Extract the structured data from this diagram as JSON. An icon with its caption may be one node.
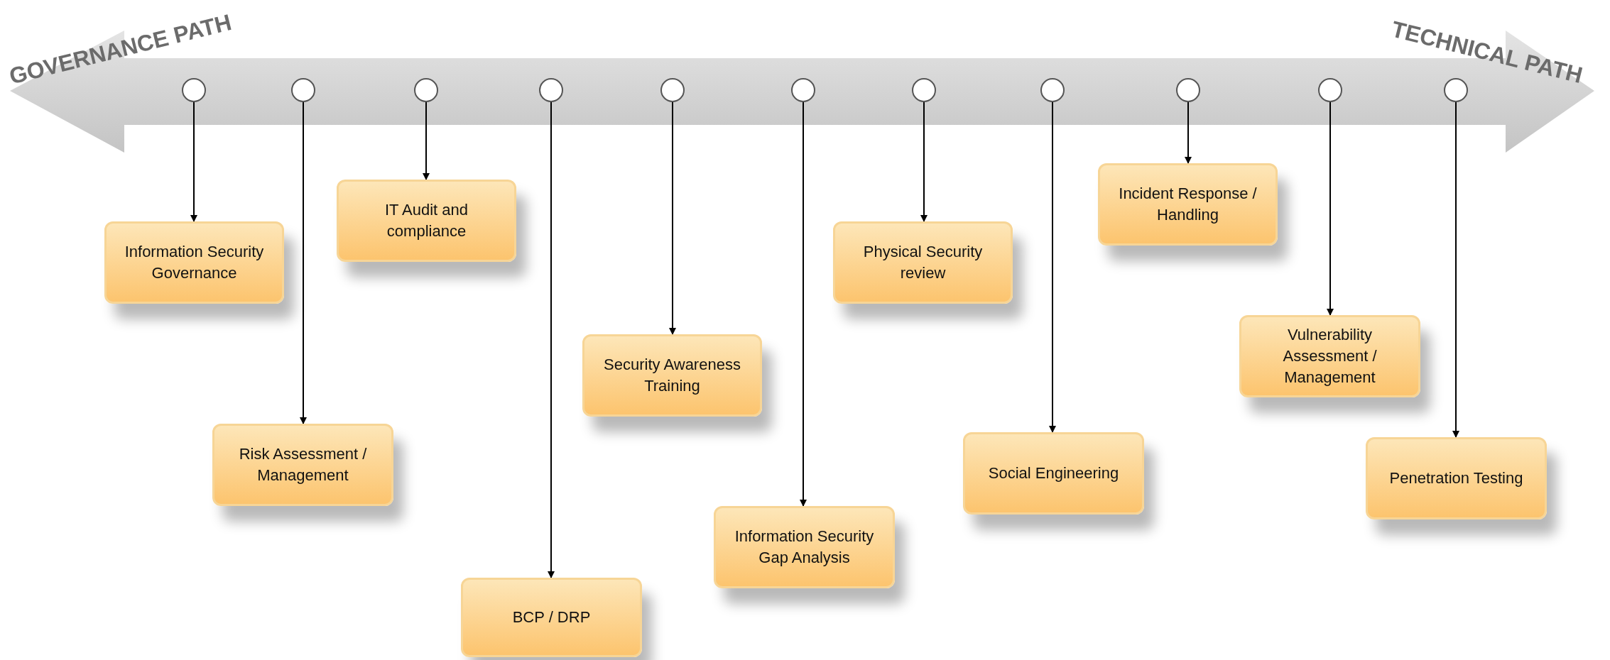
{
  "diagram": {
    "nodes": [
      {
        "text": [],
        "shape": "circle"
      },
      {
        "text": [],
        "shape": "circle"
      },
      {
        "text": [],
        "shape": "circle"
      },
      {
        "text": [],
        "shape": "circle"
      },
      {
        "text": [],
        "shape": "circle"
      },
      {
        "text": [],
        "shape": "circle"
      },
      {
        "text": [],
        "shape": "circle"
      },
      {
        "text": [],
        "shape": "circle"
      },
      {
        "text": [],
        "shape": "circle"
      },
      {
        "text": [],
        "shape": "circle"
      },
      {
        "text": [],
        "shape": "circle"
      },
      {
        "text": [
          "Information Security Governance"
        ]
      },
      {
        "text": [
          "Risk Assessment / Management"
        ]
      },
      {
        "text": [
          "IT Audit and compliance"
        ]
      },
      {
        "text": [
          "BCP / DRP"
        ]
      },
      {
        "text": [
          "Security Awareness Training"
        ]
      },
      {
        "text": [
          "Information Security Gap Analysis"
        ]
      },
      {
        "text": [
          "Physical Security review"
        ]
      },
      {
        "text": [
          "Social Engineering"
        ]
      },
      {
        "text": [
          "Incident Response / Handling"
        ]
      },
      {
        "text": [
          "Vulnerability Assessment / Management"
        ]
      },
      {
        "text": [
          "Penetration Testing"
        ]
      }
    ],
    "edges": [
      {
        "from": 0,
        "to": 11,
        "arrow": "to"
      },
      {
        "from": 1,
        "to": 12,
        "arrow": "to"
      },
      {
        "from": 2,
        "to": 13,
        "arrow": "to"
      },
      {
        "from": 3,
        "to": 14,
        "arrow": "to"
      },
      {
        "from": 4,
        "to": 15,
        "arrow": "to"
      },
      {
        "from": 5,
        "to": 16,
        "arrow": "to"
      },
      {
        "from": 6,
        "to": 17,
        "arrow": "to"
      },
      {
        "from": 7,
        "to": 18,
        "arrow": "to"
      },
      {
        "from": 8,
        "to": 19,
        "arrow": "to"
      },
      {
        "from": 9,
        "to": 20,
        "arrow": "to"
      },
      {
        "from": 10,
        "to": 21,
        "arrow": "to"
      }
    ],
    "labels": [
      "GOVERNANCE PATH",
      "TECHNICAL PATH"
    ]
  }
}
